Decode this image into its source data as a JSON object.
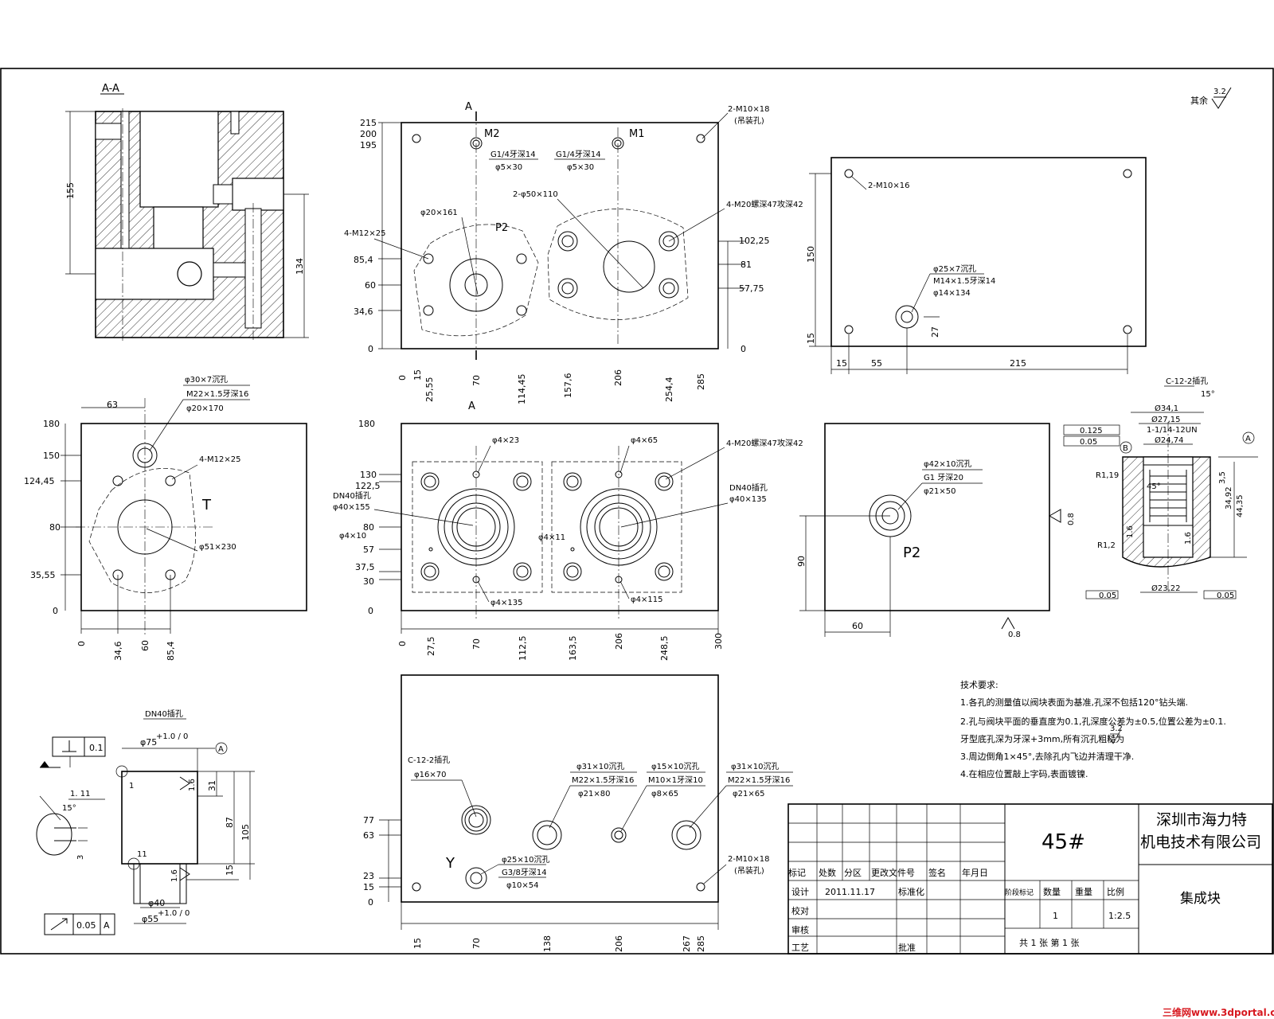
{
  "roughness": {
    "prefix": "其余",
    "value": "3.2"
  },
  "sectionA": {
    "title": "A-A",
    "dims": {
      "height155": "155",
      "height134": "134"
    }
  },
  "front": {
    "cut_marker": "A",
    "m2_label": "M2",
    "m1_label": "M1",
    "p2_label": "P2",
    "y_ticks": [
      "215",
      "200",
      "195",
      "85,4",
      "60",
      "34,6",
      "0"
    ],
    "x_ticks": [
      "0",
      "15",
      "25,55",
      "70",
      "114,45",
      "157,6",
      "206",
      "254,4",
      "285"
    ],
    "right_ticks": [
      "102,25",
      "81",
      "57,75",
      "0"
    ],
    "notes": {
      "m10": "2-M10×18",
      "m10_sub": "(吊装孔)",
      "g14a": "G1/4牙深14",
      "g14a_sub": "φ5×30",
      "g14b": "G1/4牙深14",
      "g14b_sub": "φ5×30",
      "phi50": "2-φ50×110",
      "phi20": "φ20×161",
      "m12": "4-M12×25",
      "m20": "4-M20螺深47攻深42"
    }
  },
  "topRight": {
    "m10": "2-M10×16",
    "note1": "φ25×7沉孔",
    "note2": "M14×1.5牙深14",
    "note3": "φ14×134",
    "dims": {
      "v150": "150",
      "v15": "15",
      "v27": "27",
      "h15": "15",
      "h55": "55",
      "h215": "215"
    }
  },
  "leftMid": {
    "dim63": "63",
    "note1": "φ30×7沉孔",
    "note2": "M22×1.5牙深16",
    "note3": "φ20×170",
    "m12": "4-M12×25",
    "t_label": "T",
    "phi51": "φ51×230",
    "y_ticks": [
      "180",
      "150",
      "124,45",
      "80",
      "35,55",
      "0"
    ],
    "x_ticks": [
      "0",
      "34,6",
      "60",
      "85,4"
    ]
  },
  "mid": {
    "y_ticks": [
      "180",
      "130",
      "122,5",
      "80",
      "57",
      "37,5",
      "30",
      "0"
    ],
    "x_ticks": [
      "0",
      "27,5",
      "70",
      "112,5",
      "163,5",
      "206",
      "248,5",
      "300"
    ],
    "notes": {
      "phi4_23": "φ4×23",
      "phi4_65": "φ4×65",
      "m20": "4-M20螺深47攻深42",
      "dn40a": "DN40插孔",
      "dn40a_sub": "φ40×155",
      "dn40b": "DN40插孔",
      "dn40b_sub": "φ40×135",
      "phi4_10": "φ4×10",
      "phi4_11": "φ4×11",
      "phi4_135": "φ4×135",
      "phi4_115": "φ4×115"
    }
  },
  "p2view": {
    "note1": "φ42×10沉孔",
    "note2": "G1 牙深20",
    "note3": "φ21×50",
    "label": "P2",
    "roughA": "0.8",
    "roughB": "0.8",
    "dim90": "90",
    "dim60": "60"
  },
  "cartridge": {
    "title": "C-12-2插孔",
    "ref_a": "A",
    "ref_b": "B",
    "tol1": "0.125",
    "tol2": "0.05",
    "tol3": "0.05",
    "tol4": "0.05",
    "d1": "Ø34,1",
    "d2": "Ø27,15",
    "d3": "1-1/14-12UN",
    "d4": "Ø24,74",
    "d5": "Ø23,22",
    "v1": "34,92",
    "v2": "44,35",
    "v3": "3,5",
    "r1": "R1,19",
    "r2": "R1,2",
    "ang": "15°",
    "ang2": "45°",
    "rough": "1.6",
    "rough2": "1.6"
  },
  "bottom": {
    "y_ticks": [
      "77",
      "63",
      "23",
      "15",
      "0"
    ],
    "x_ticks": [
      "15",
      "70",
      "138",
      "206",
      "267",
      "285"
    ],
    "y_label": "Y",
    "notes": {
      "c12": "C-12-2插孔",
      "c12_sub": "φ16×70",
      "phi25": "φ25×10沉孔",
      "g38": "G3/8牙深14",
      "phi10": "φ10×54",
      "phi31a": "φ31×10沉孔",
      "m22a": "M22×1.5牙深16",
      "phi21a": "φ21×80",
      "phi15": "φ15×10沉孔",
      "m10": "M10×1牙深10",
      "phi8": "φ8×65",
      "phi31b": "φ31×10沉孔",
      "m22b": "M22×1.5牙深16",
      "phi21b": "φ21×65",
      "m10b": "2-M10×18",
      "m10b_sub": "(吊装孔)"
    }
  },
  "dn40": {
    "title": "DN40插孔",
    "perp_val": "0.1",
    "runout_val": "0.05",
    "datum": "A",
    "d75": "φ75",
    "d75_tol": "+1.0 / 0",
    "d40": "φ40",
    "d55": "φ55",
    "d55_tol": "+1.0 / 0",
    "h31": "31",
    "h87": "87",
    "h105": "105",
    "h15": "15",
    "ang15": "15°",
    "dim3": "3",
    "rough1": "1.6",
    "rough2": "1.6",
    "r1": "1",
    "r2": "11",
    "label11": "1. 11"
  },
  "tech": {
    "title": "技术要求:",
    "lines": [
      "1.各孔的测量值以阀块表面为基准,孔深不包括120°钻头端.",
      "2.孔与阀块平面的垂直度为0.1,孔深度公差为±0.5,位置公差为±0.1.",
      "牙型底孔深为牙深+3mm,所有沉孔粗糙为",
      "3.周边倒角1×45°,去除孔内飞边并清理干净.",
      "4.在相应位置敲上字码,表面镀镍."
    ],
    "rough": "3.2"
  },
  "titleBlock": {
    "material": "45#",
    "company1": "深圳市海力特",
    "company2": "机电技术有限公司",
    "part": "集成块",
    "header": [
      "标记",
      "处数",
      "分区",
      "更改文件号",
      "签名",
      "年月日"
    ],
    "rows": [
      {
        "label": "设计",
        "value": "2011.11.17",
        "extra": "标准化"
      },
      {
        "label": "校对",
        "value": "",
        "extra": ""
      },
      {
        "label": "审核",
        "value": "",
        "extra": ""
      },
      {
        "label": "工艺",
        "value": "",
        "extra": "批准"
      }
    ],
    "stage_hdr": "阶段标记",
    "weight_hdr": "数量",
    "mass_hdr": "重量",
    "scale_hdr": "比例",
    "qty": "1",
    "scale": "1:2.5",
    "sheets": "共 1 张 第 1 张"
  },
  "watermark": "三维网www.3dportal.cn"
}
